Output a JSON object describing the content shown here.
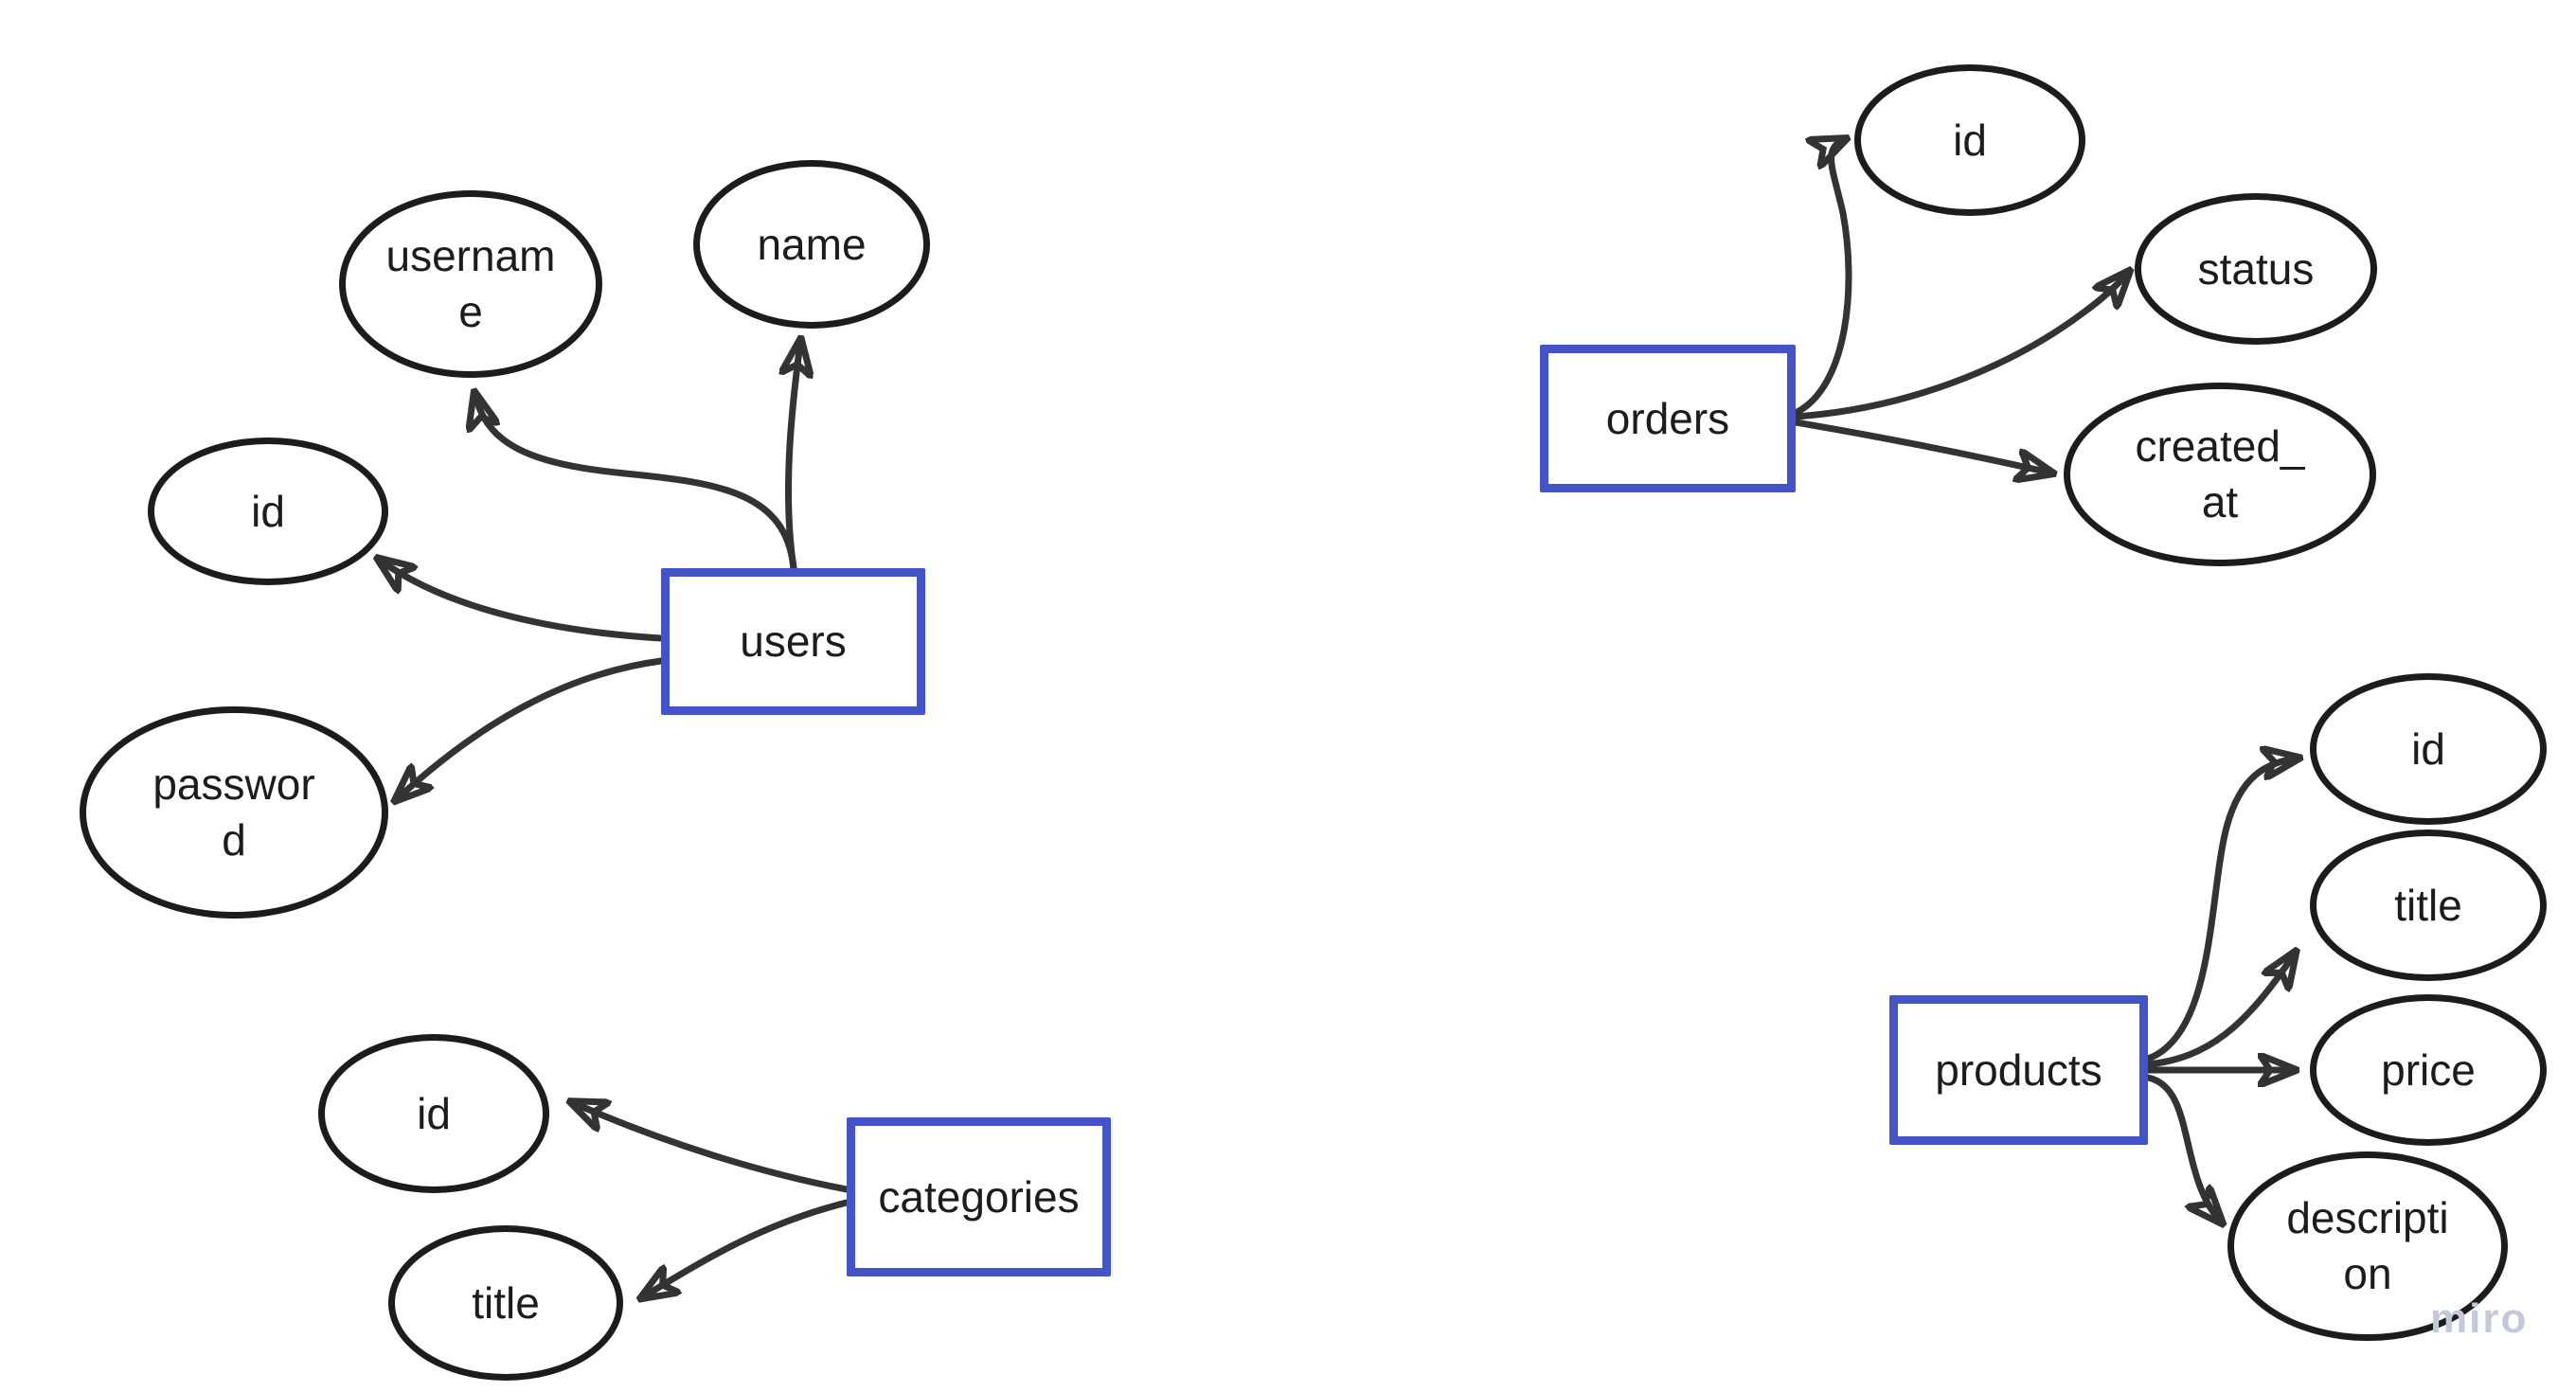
{
  "app": {
    "watermark_label": "miro"
  },
  "palette": {
    "background": "#ffffff",
    "entity_border": "#4353c8",
    "attribute_border": "#1c1c1c",
    "connector": "#333333",
    "text": "#1c1c1c",
    "watermark_text": "#c5c8d8"
  },
  "diagram": {
    "type": "entity-relationship",
    "entities": [
      {
        "name": "users",
        "attributes": [
          "id",
          "username",
          "name",
          "password"
        ]
      },
      {
        "name": "orders",
        "attributes": [
          "id",
          "status",
          "created_at"
        ]
      },
      {
        "name": "categories",
        "attributes": [
          "id",
          "title"
        ]
      },
      {
        "name": "products",
        "attributes": [
          "id",
          "title",
          "price",
          "description"
        ]
      }
    ],
    "edges": [
      {
        "from": "users",
        "to": "users_id"
      },
      {
        "from": "users",
        "to": "users_username"
      },
      {
        "from": "users",
        "to": "users_name"
      },
      {
        "from": "users",
        "to": "users_password"
      },
      {
        "from": "orders",
        "to": "orders_id"
      },
      {
        "from": "orders",
        "to": "orders_status"
      },
      {
        "from": "orders",
        "to": "orders_created_at"
      },
      {
        "from": "categories",
        "to": "categories_id"
      },
      {
        "from": "categories",
        "to": "categories_title"
      },
      {
        "from": "products",
        "to": "products_id"
      },
      {
        "from": "products",
        "to": "products_title"
      },
      {
        "from": "products",
        "to": "products_price"
      },
      {
        "from": "products",
        "to": "products_description"
      }
    ]
  },
  "nodes": {
    "users": {
      "label": "users"
    },
    "users_id": {
      "label": "id"
    },
    "users_username": {
      "label": "username"
    },
    "users_name": {
      "label": "name"
    },
    "users_password": {
      "label": "password"
    },
    "orders": {
      "label": "orders"
    },
    "orders_id": {
      "label": "id"
    },
    "orders_status": {
      "label": "status"
    },
    "orders_created_at": {
      "label": "created_at"
    },
    "categories": {
      "label": "categories"
    },
    "categories_id": {
      "label": "id"
    },
    "categories_title": {
      "label": "title"
    },
    "products": {
      "label": "products"
    },
    "products_id": {
      "label": "id"
    },
    "products_title": {
      "label": "title"
    },
    "products_price": {
      "label": "price"
    },
    "products_description": {
      "label": "description"
    }
  }
}
